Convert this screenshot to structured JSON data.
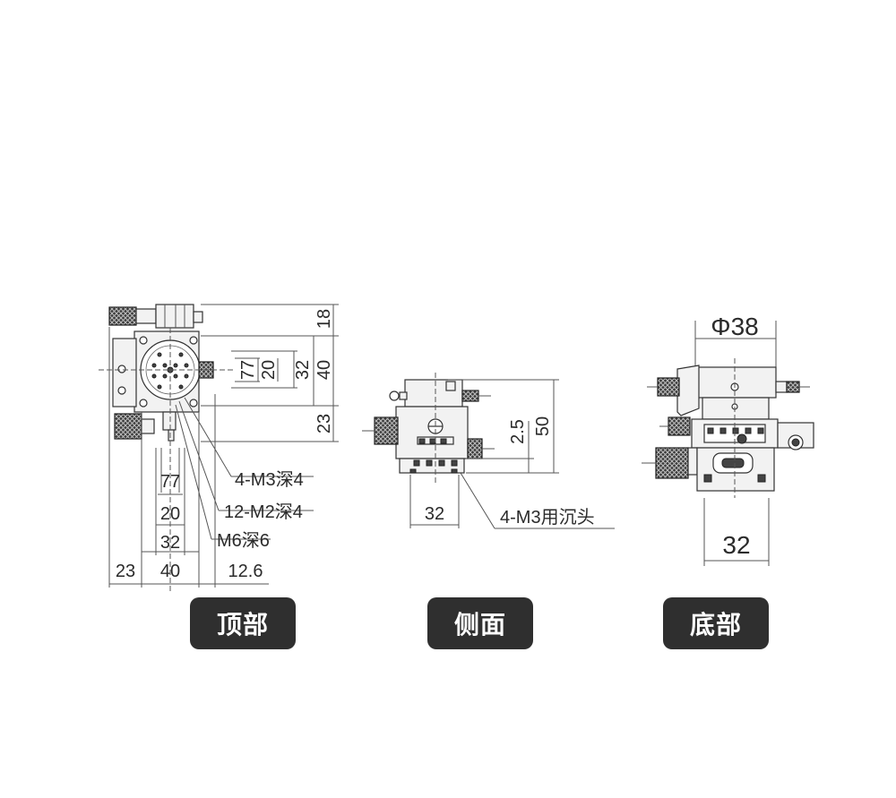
{
  "views": {
    "top": {
      "label": "顶部",
      "dims": {
        "d18": "18",
        "d77r": "77",
        "d20r": "20",
        "d32r": "32",
        "d40r": "40",
        "d23r": "23",
        "d77b": "77",
        "d20b": "20",
        "d32b": "32",
        "d23b": "23",
        "d40b": "40",
        "d126b": "12.6"
      },
      "callouts": {
        "c1": "4-M3深4",
        "c2": "12-M2深4",
        "c3": "M6深6"
      }
    },
    "side": {
      "label": "侧面",
      "dims": {
        "d25": "2.5",
        "d50": "50",
        "d32": "32"
      },
      "callouts": {
        "c1": "4-M3用沉头"
      }
    },
    "bottom": {
      "label": "底部",
      "dims": {
        "phi": "Φ38",
        "d32": "32"
      }
    }
  }
}
